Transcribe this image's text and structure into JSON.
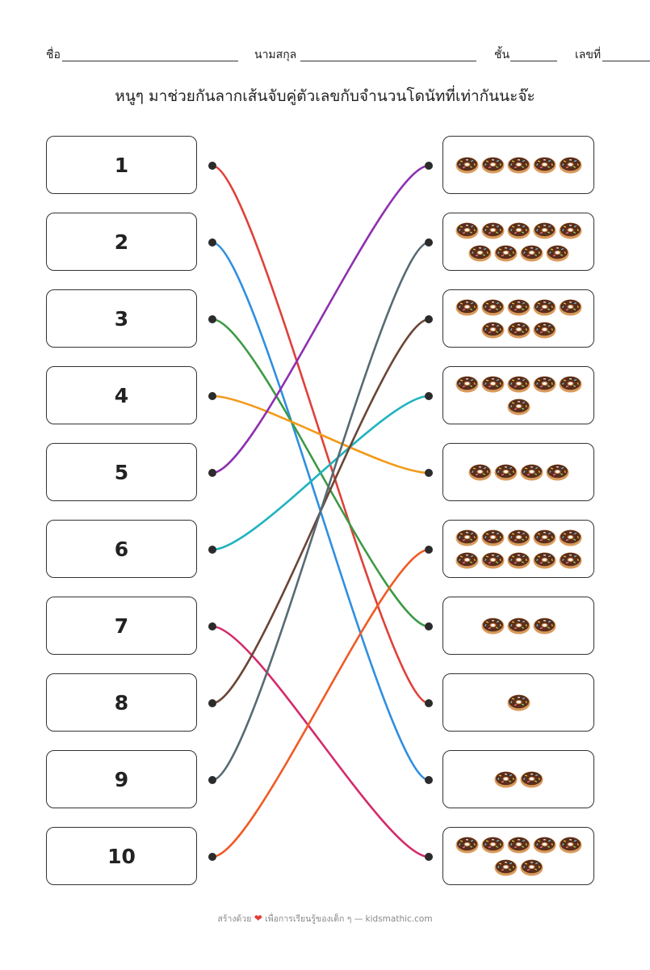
{
  "header": {
    "name_label": "ชื่อ",
    "surname_label": "นามสกุล",
    "class_label": "ชั้น",
    "number_label": "เลขที่"
  },
  "instruction": "หนูๆ มาช่วยกันลากเส้นจับคู่ตัวเลขกับจำนวนโดนัทที่เท่ากันนะจ๊ะ",
  "numbers": [
    "1",
    "2",
    "3",
    "4",
    "5",
    "6",
    "7",
    "8",
    "9",
    "10"
  ],
  "donut_counts": [
    5,
    9,
    8,
    6,
    4,
    10,
    3,
    1,
    2,
    7
  ],
  "matches": [
    {
      "from": 1,
      "to_row": 8,
      "color": "#e0403a"
    },
    {
      "from": 2,
      "to_row": 9,
      "color": "#2f8fe0"
    },
    {
      "from": 3,
      "to_row": 7,
      "color": "#3d9a45"
    },
    {
      "from": 4,
      "to_row": 5,
      "color": "#f39a1a"
    },
    {
      "from": 5,
      "to_row": 1,
      "color": "#8e2fb0"
    },
    {
      "from": 6,
      "to_row": 4,
      "color": "#1fb3bf"
    },
    {
      "from": 7,
      "to_row": 10,
      "color": "#d42a6b"
    },
    {
      "from": 8,
      "to_row": 3,
      "color": "#6b4535"
    },
    {
      "from": 9,
      "to_row": 2,
      "color": "#566a74"
    },
    {
      "from": 10,
      "to_row": 6,
      "color": "#f05a22"
    }
  ],
  "icons": {
    "donut": "donut-icon",
    "heart": "heart-icon"
  },
  "footer": {
    "made_with": "สร้างด้วย",
    "heart_glyph": "❤",
    "tagline": "เพื่อการเรียนรู้ของเด็ก ๆ — kidsmathic.com"
  }
}
